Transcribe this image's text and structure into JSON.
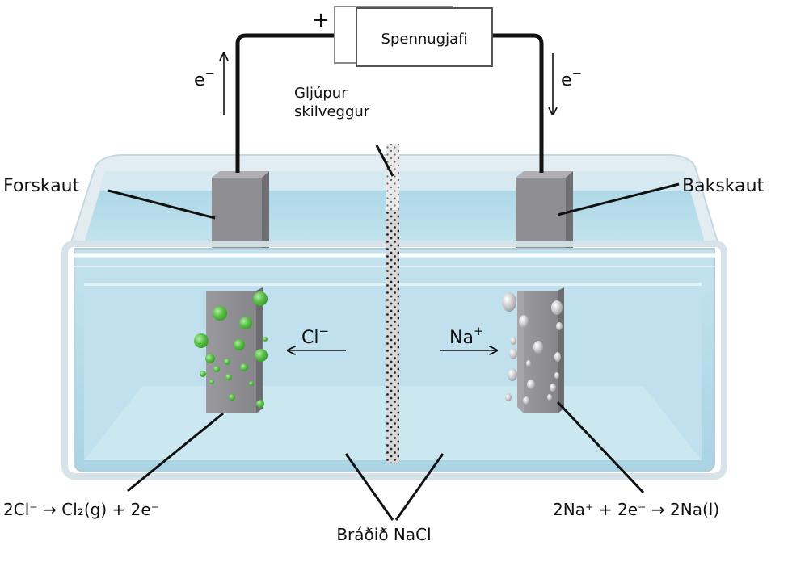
{
  "power_supply": {
    "label": "Spennugjafi",
    "positive_sign": "+"
  },
  "electron_label": "e",
  "electron_superscript": "−",
  "porous_separator": {
    "line1": "Gljúpur",
    "line2": "skilveggur"
  },
  "anode_label": "Forskaut",
  "cathode_label": "Bakskaut",
  "chloride_ion": {
    "symbol": "Cl",
    "charge": "−"
  },
  "sodium_ion": {
    "symbol": "Na",
    "charge": "+"
  },
  "anode_reaction": "2Cl⁻ → Cl₂(g) + 2e⁻",
  "cathode_reaction": "2Na⁺ + 2e⁻ → 2Na(l)",
  "electrolyte_label": "Bráðið NaCl",
  "colors": {
    "electrode": "#8e8e92",
    "chlorine_bubble": "#5cc24a",
    "sodium_bubble": "#c9c9cc",
    "molten_salt": "#b8dcea",
    "tank_rim": "#d7e4ea"
  }
}
